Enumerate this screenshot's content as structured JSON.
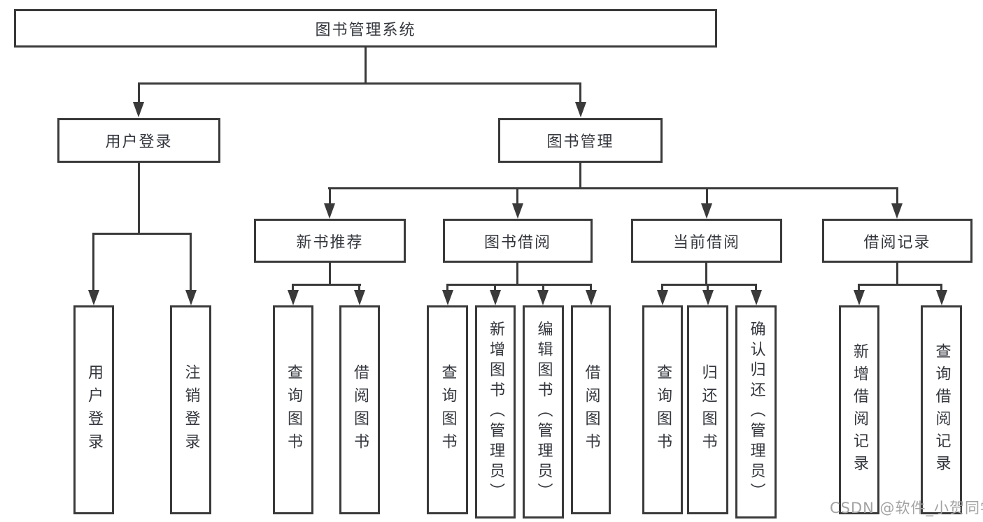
{
  "colors": {
    "line": "#3a3a3a",
    "text": "#33363c",
    "watermark": "#a3a3a3",
    "background": "#ffffff"
  },
  "root": {
    "label": "图书管理系统"
  },
  "level2": [
    {
      "label": "用户登录"
    },
    {
      "label": "图书管理"
    }
  ],
  "level3": [
    {
      "label": "新书推荐"
    },
    {
      "label": "图书借阅"
    },
    {
      "label": "当前借阅"
    },
    {
      "label": "借阅记录"
    }
  ],
  "leaves": [
    {
      "label": "用户登录"
    },
    {
      "label": "注销登录"
    },
    {
      "label": "查询图书"
    },
    {
      "label": "借阅图书"
    },
    {
      "label": "查询图书"
    },
    {
      "label": "新增图书（管理员）"
    },
    {
      "label": "编辑图书（管理员）"
    },
    {
      "label": "借阅图书"
    },
    {
      "label": "查询图书"
    },
    {
      "label": "归还图书"
    },
    {
      "label": "确认归还（管理员）"
    },
    {
      "label": "新增借阅记录"
    },
    {
      "label": "查询借阅记录"
    }
  ],
  "watermark": "CSDN @软件_小贺同学"
}
